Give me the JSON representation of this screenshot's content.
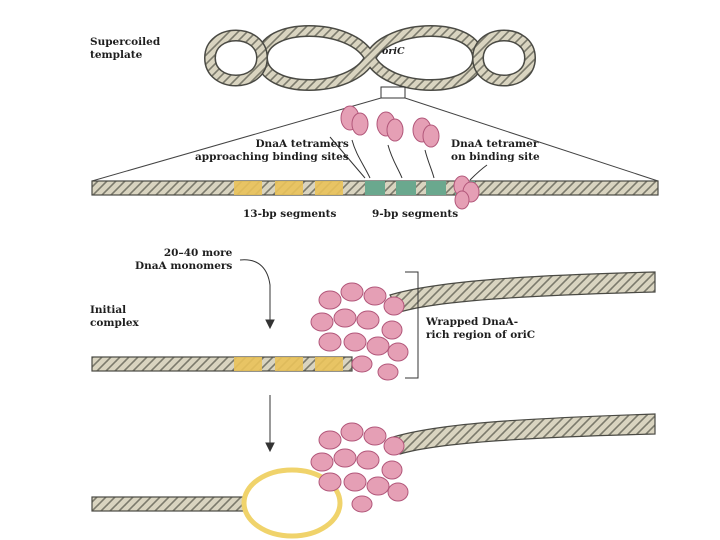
{
  "labels": {
    "supercoiled": "Supercoiled\ntemplate",
    "oric": "oriC",
    "dnaa_approaching": "DnaA tetramers\napproaching binding sites",
    "dnaa_on_site": "DnaA tetramer\non binding site",
    "seg13": "13-bp segments",
    "seg9": "9-bp segments",
    "more_monomers": "20–40 more\nDnaA monomers",
    "initial_complex": "Initial\ncomplex",
    "wrapped": "Wrapped DnaA-\nrich region of oriC"
  },
  "colors": {
    "dna_fill": "#d9d4c0",
    "dna_stroke": "#4a4a44",
    "helix": "#7b7a6c",
    "yellow_segment": "#e9c25a",
    "green_segment": "#6aa88e",
    "dnaa_pink": "#e59fb5",
    "dnaa_dark": "#b2577a",
    "bubble": "#f0d36b"
  }
}
